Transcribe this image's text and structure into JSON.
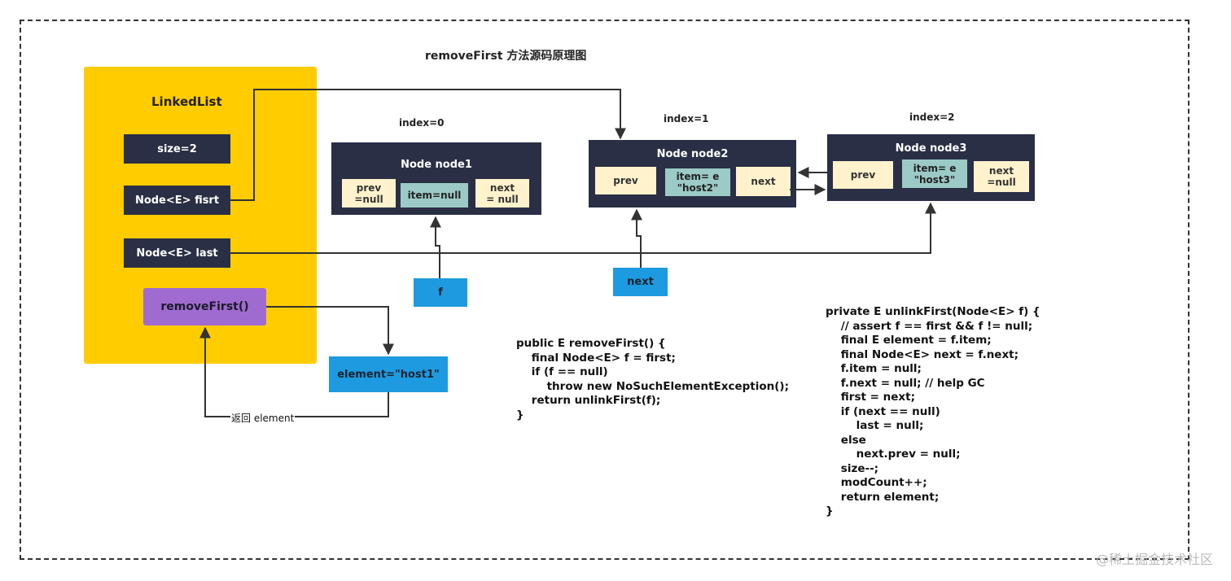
{
  "title": "removeFirst 方法源码原理图",
  "linked_list": {
    "title": "LinkedList",
    "size": "size=2",
    "first": "Node<E> fisrt",
    "last": "Node<E> last",
    "method": "removeFirst()"
  },
  "nodes": [
    {
      "index": "index=0",
      "name": "Node node1",
      "prev": "prev\n=null",
      "item": "item=null",
      "next": "next\n= null"
    },
    {
      "index": "index=1",
      "name": "Node node2",
      "prev": "prev",
      "item": "item= e\n\"host2\"",
      "next": "next"
    },
    {
      "index": "index=2",
      "name": "Node node3",
      "prev": "prev",
      "item": "item= e\n\"host3\"",
      "next": "next\n=null"
    }
  ],
  "vars": {
    "f": "f",
    "next": "next",
    "element": "element=\"host1\"",
    "return_label": "返回 element"
  },
  "code": {
    "removeFirst": "public E removeFirst() {\n    final Node<E> f = first;\n    if (f == null)\n        throw new NoSuchElementException();\n    return unlinkFirst(f);\n}",
    "unlinkFirst": "private E unlinkFirst(Node<E> f) {\n    // assert f == first && f != null;\n    final E element = f.item;\n    final Node<E> next = f.next;\n    f.item = null;\n    f.next = null; // help GC\n    first = next;\n    if (next == null)\n        last = null;\n    else\n        next.prev = null;\n    size--;\n    modCount++;\n    return element;\n}"
  },
  "watermark": "@稀土掘金技术社区"
}
